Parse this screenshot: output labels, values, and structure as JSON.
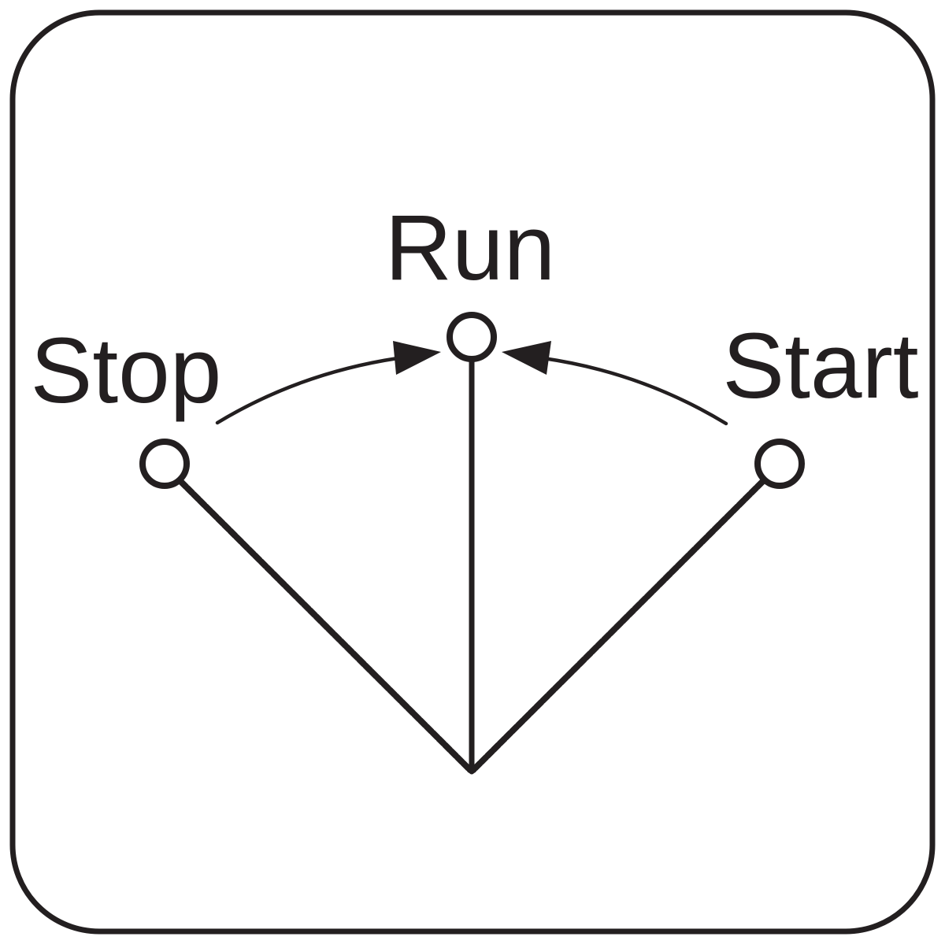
{
  "diagram": {
    "positions": {
      "left_label": "Stop",
      "center_label": "Run",
      "right_label": "Start"
    },
    "colors": {
      "ink": "#231f20",
      "background": "#ffffff"
    }
  }
}
